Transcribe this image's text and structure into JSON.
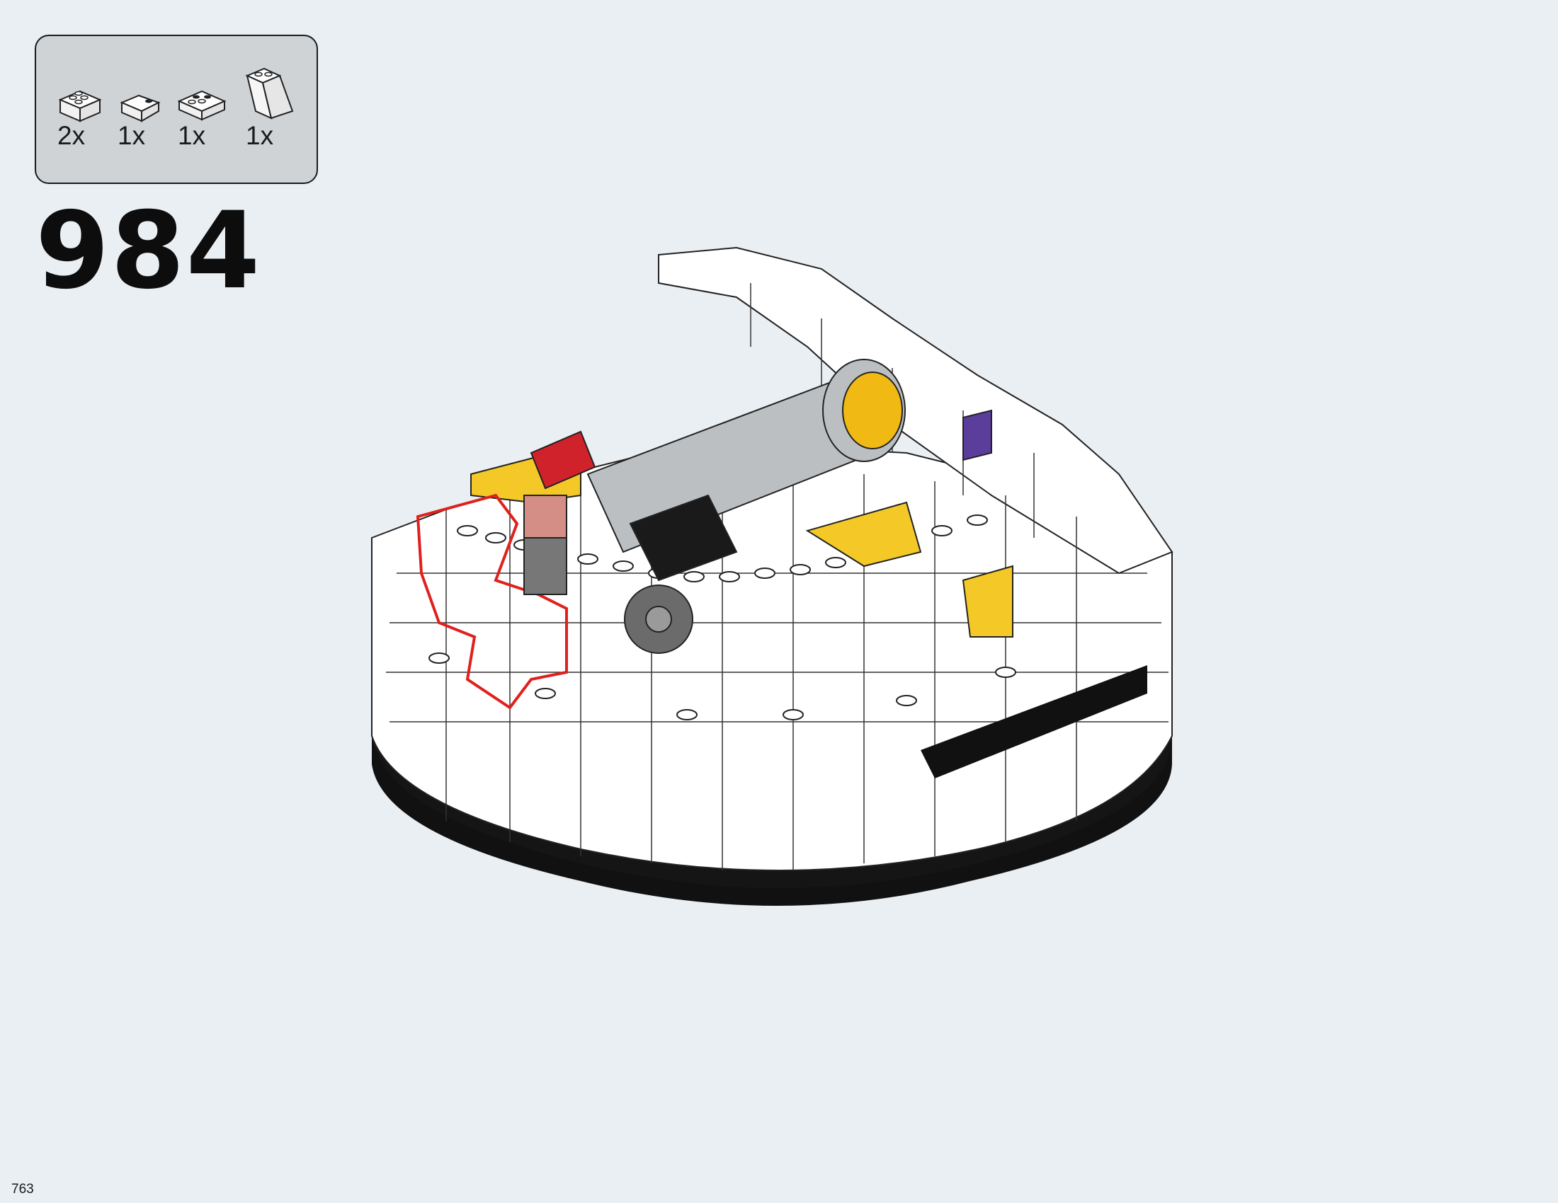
{
  "step": {
    "number": "984"
  },
  "parts_list": {
    "items": [
      {
        "part": "brick-2x2",
        "qty": "2x"
      },
      {
        "part": "slope-1x2",
        "qty": "1x"
      },
      {
        "part": "plate-2x2-corner",
        "qty": "1x"
      },
      {
        "part": "slope-2x2-tall",
        "qty": "1x"
      }
    ]
  },
  "page": {
    "number": "763"
  },
  "colors": {
    "background": "#eaeff3",
    "parts_box": "#cfd3d6",
    "highlight": "#e0201c",
    "yellow": "#f4c927",
    "gray": "#bcbfc2",
    "black": "#111111"
  }
}
